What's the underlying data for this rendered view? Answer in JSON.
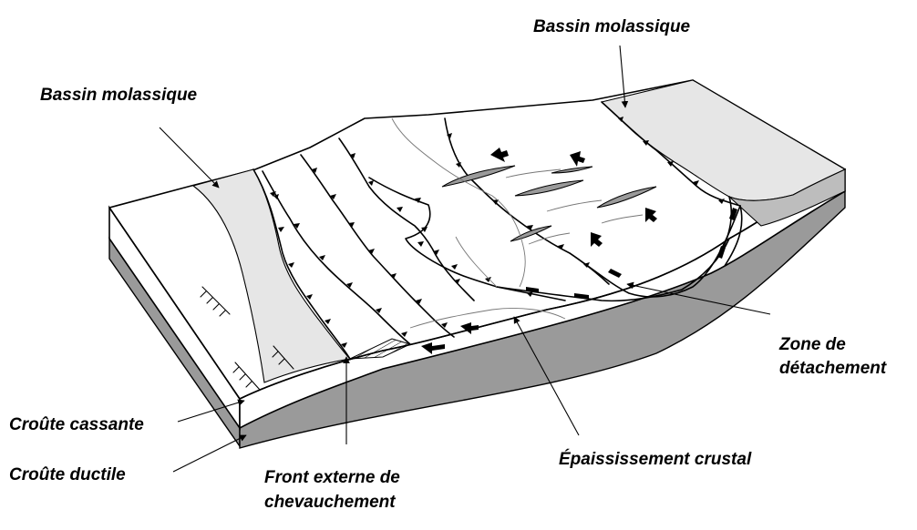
{
  "labels": {
    "bassin_molassique_top": "Bassin molassique",
    "bassin_molassique_left": "Bassin molassique",
    "zone_detachement_line1": "Zone de",
    "zone_detachement_line2": "détachement",
    "croute_cassante": "Croûte cassante",
    "croute_ductile": "Croûte ductile",
    "front_externe_line1": "Front externe de",
    "front_externe_line2": "chevauchement",
    "epaississement_crustal": "Épaississement crustal"
  },
  "colors": {
    "ink": "#000000",
    "basin_fill": "#e6e6e6",
    "ductile_fill": "#9a9a9a",
    "surface_fill": "#ffffff"
  }
}
